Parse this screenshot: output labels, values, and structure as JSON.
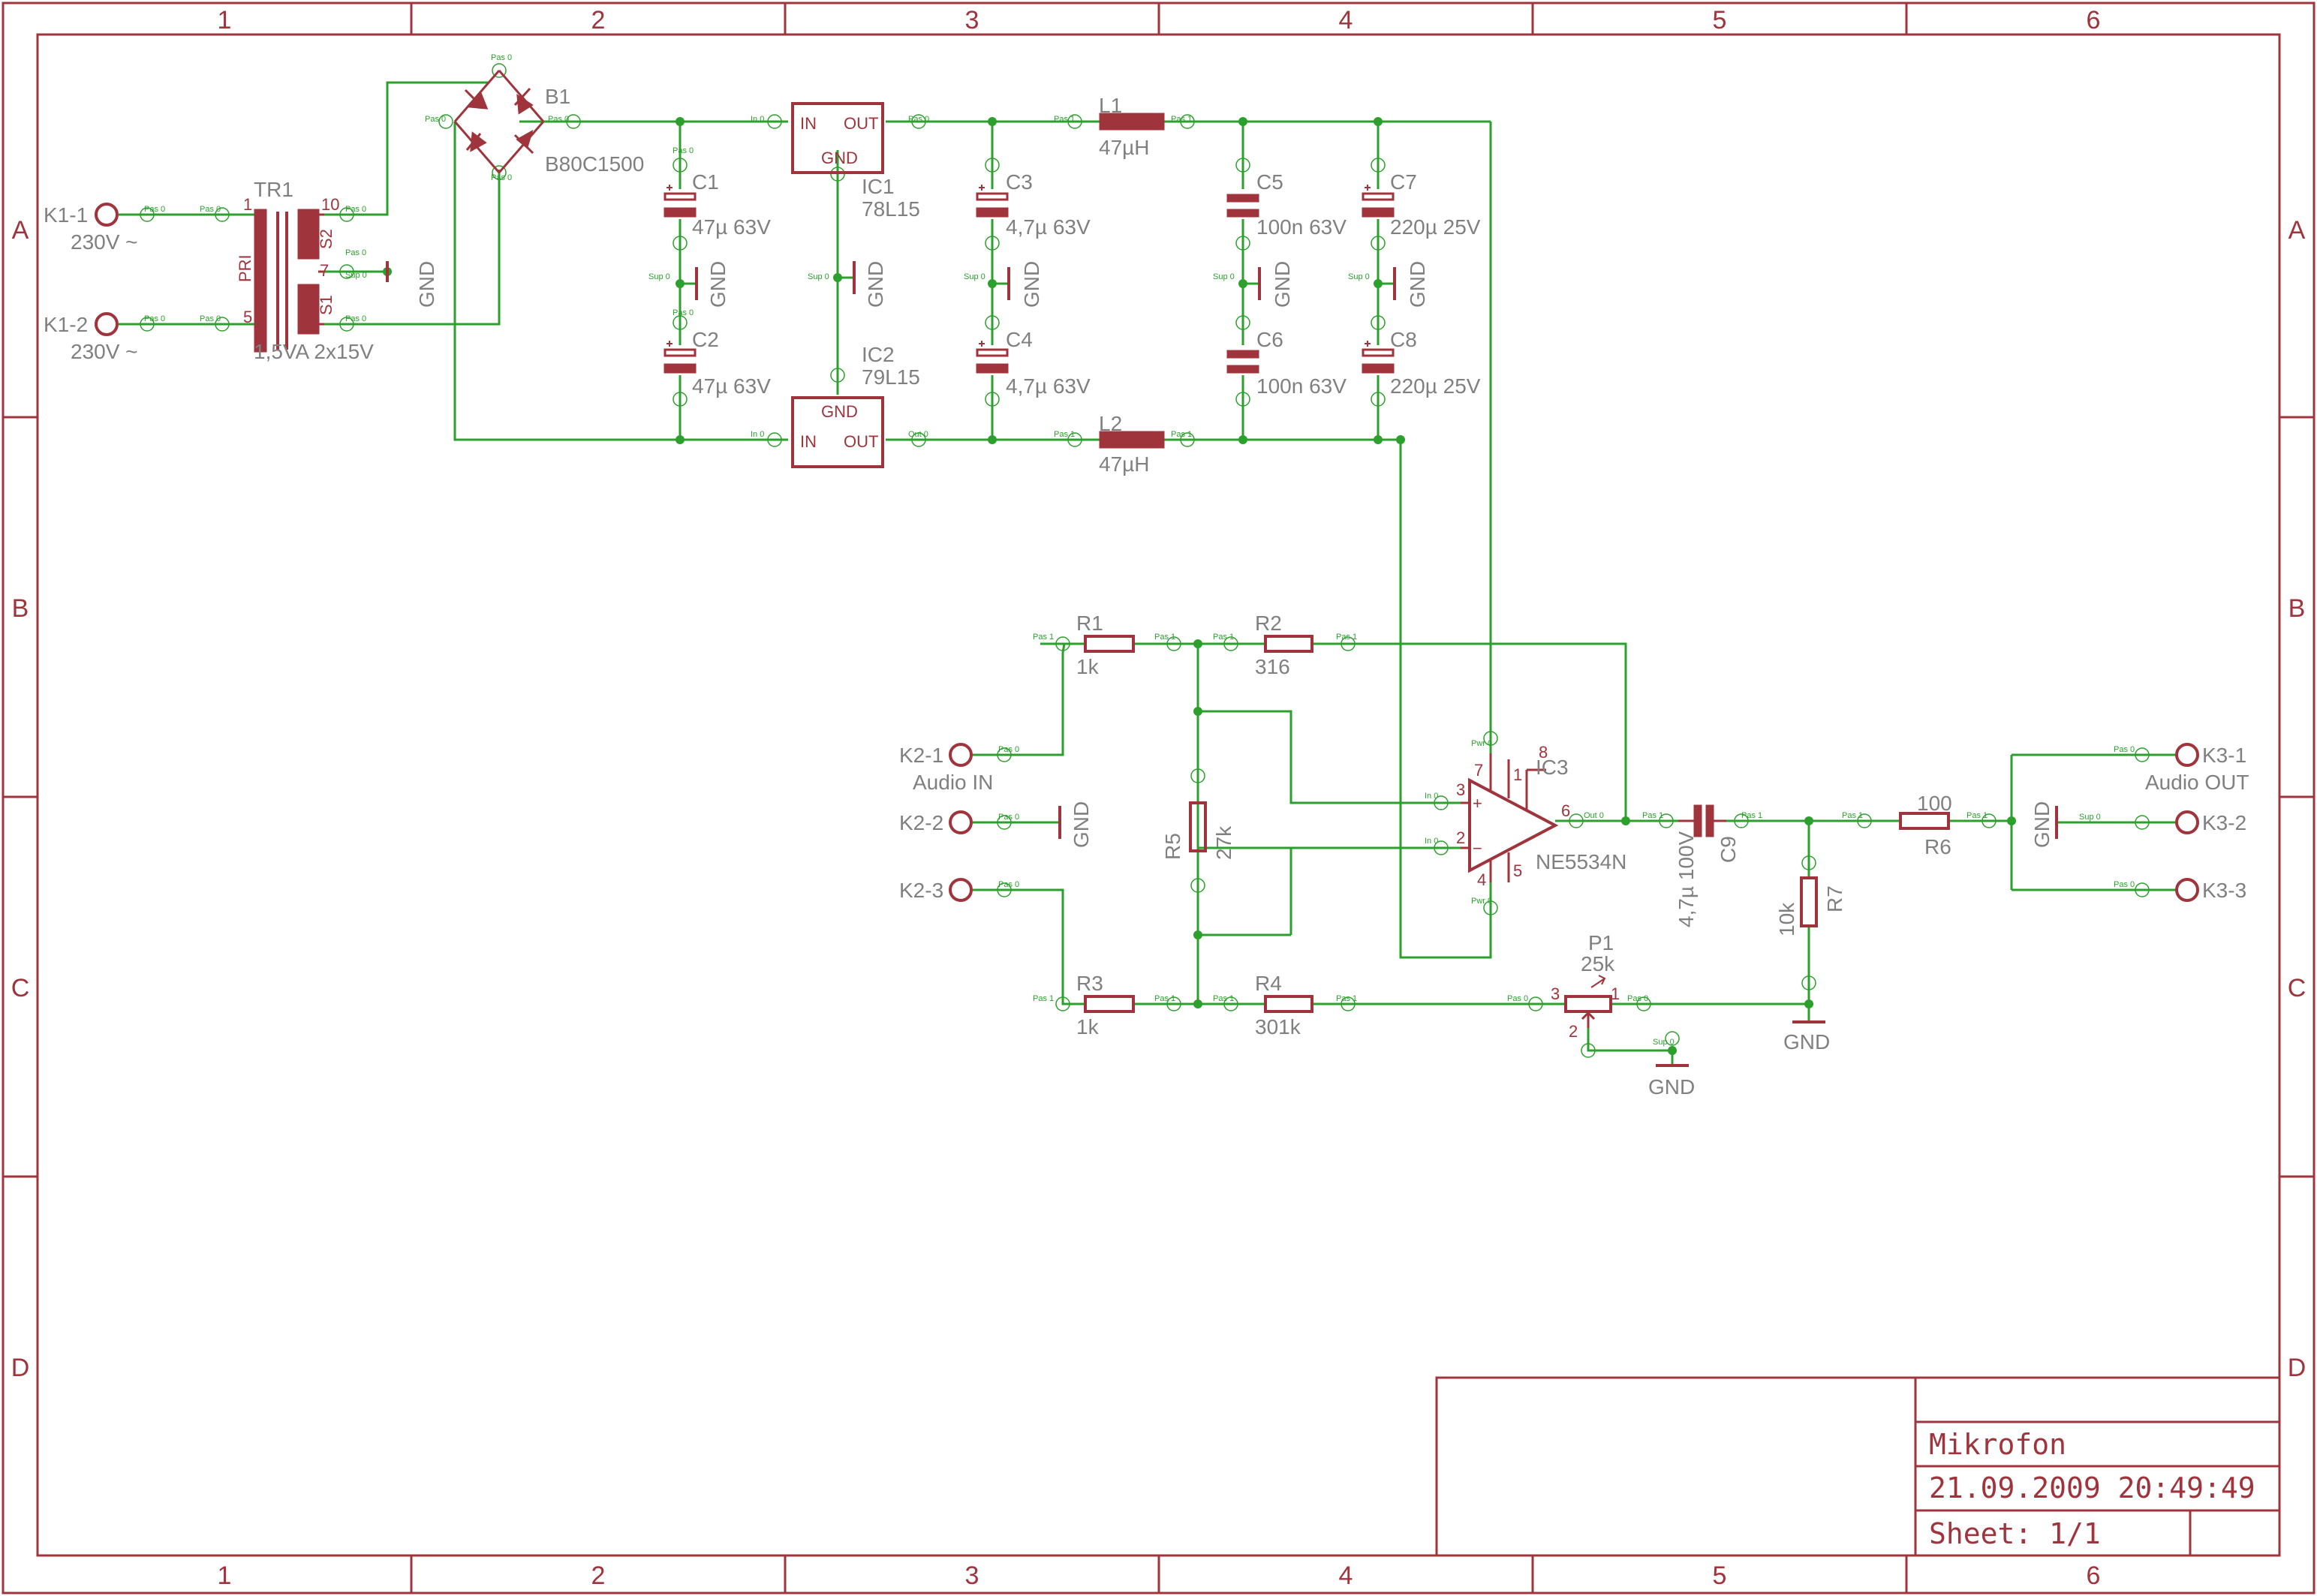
{
  "frame": {
    "columns": [
      "1",
      "2",
      "3",
      "4",
      "5",
      "6"
    ],
    "rows": [
      "A",
      "B",
      "C",
      "D"
    ]
  },
  "title_block": {
    "title": "Mikrofon",
    "datetime": "21.09.2009 20:49:49",
    "sheet": "Sheet: 1/1"
  },
  "parts": {
    "K1_1": {
      "name": "K1-1",
      "value": "230V ~"
    },
    "K1_2": {
      "name": "K1-2",
      "value": "230V ~"
    },
    "TR1": {
      "name": "TR1",
      "value": "1,5VA 2x15V",
      "pri": "PRI",
      "s1": "S1",
      "s2": "S2",
      "p1": "1",
      "p5": "5",
      "p10": "10",
      "p7": "7"
    },
    "B1": {
      "name": "B1",
      "value": "B80C1500"
    },
    "C1": {
      "name": "C1",
      "value": "47µ 63V"
    },
    "C2": {
      "name": "C2",
      "value": "47µ 63V"
    },
    "IC1": {
      "name": "IC1",
      "value": "78L15",
      "in": "IN",
      "out": "OUT",
      "gnd": "GND"
    },
    "IC2": {
      "name": "IC2",
      "value": "79L15",
      "in": "IN",
      "out": "OUT",
      "gnd": "GND"
    },
    "C3": {
      "name": "C3",
      "value": "4,7µ 63V"
    },
    "C4": {
      "name": "C4",
      "value": "4,7µ 63V"
    },
    "L1": {
      "name": "L1",
      "value": "47µH"
    },
    "L2": {
      "name": "L2",
      "value": "47µH"
    },
    "C5": {
      "name": "C5",
      "value": "100n 63V"
    },
    "C6": {
      "name": "C6",
      "value": "100n 63V"
    },
    "C7": {
      "name": "C7",
      "value": "220µ 25V"
    },
    "C8": {
      "name": "C8",
      "value": "220µ 25V"
    },
    "R1": {
      "name": "R1",
      "value": "1k"
    },
    "R2": {
      "name": "R2",
      "value": "316"
    },
    "R3": {
      "name": "R3",
      "value": "1k"
    },
    "R4": {
      "name": "R4",
      "value": "301k"
    },
    "R5": {
      "name": "R5",
      "value": "27k"
    },
    "R6": {
      "name": "R6",
      "value": "100"
    },
    "R7": {
      "name": "R7",
      "value": "10k"
    },
    "C9": {
      "name": "C9",
      "value": "4,7µ 100V"
    },
    "P1": {
      "name": "P1",
      "value": "25k"
    },
    "IC3": {
      "name": "IC3",
      "value": "NE5534N",
      "plus": "+",
      "minus": "−",
      "p2": "2",
      "p3": "3",
      "p4": "4",
      "p5": "5",
      "p6": "6",
      "p7": "7",
      "p8": "8",
      "p1": "1"
    },
    "K2_1": {
      "name": "K2-1",
      "value": "Audio IN"
    },
    "K2_2": {
      "name": "K2-2"
    },
    "K2_3": {
      "name": "K2-3"
    },
    "K3_1": {
      "name": "K3-1",
      "value": "Audio OUT"
    },
    "K3_2": {
      "name": "K3-2"
    },
    "K3_3": {
      "name": "K3-3"
    },
    "P1_pins": {
      "p1": "1",
      "p2": "2",
      "p3": "3"
    }
  },
  "gnd_label": "GND",
  "pin_labels": {
    "pas0": "Pas 0",
    "pas1": "Pas 1",
    "in0": "In 0",
    "out0": "Out 0",
    "sup0": "Sup 0",
    "pwr0": "Pwr 0"
  },
  "colors": {
    "frame": "#a0343c",
    "symbol": "#a0343c",
    "net": "#2ca02c",
    "label": "#808080",
    "junction": "#2ca02c"
  }
}
